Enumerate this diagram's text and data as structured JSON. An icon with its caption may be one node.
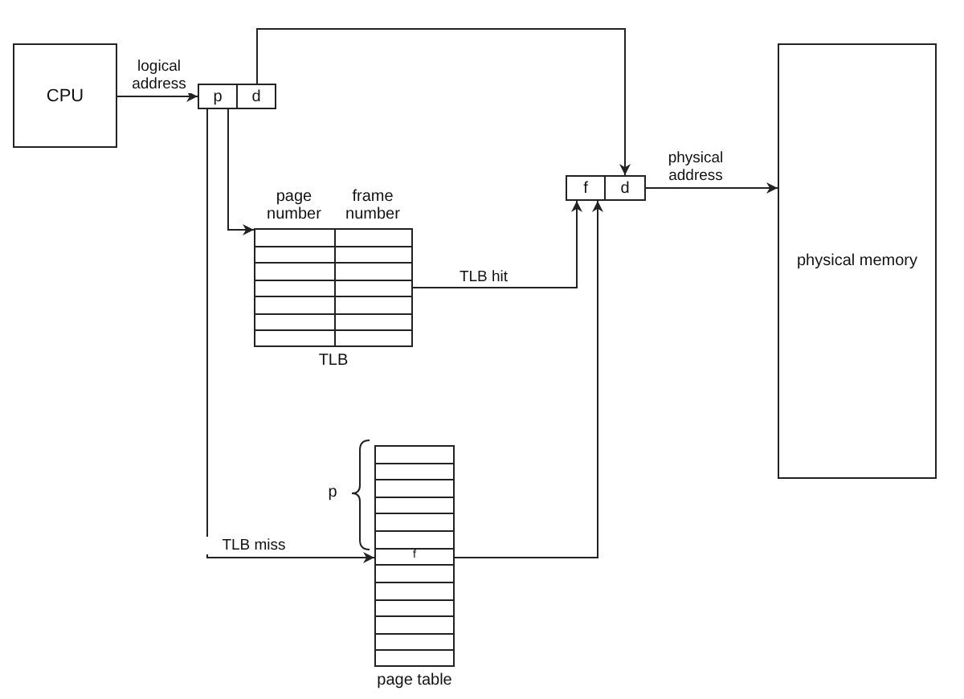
{
  "diagram": {
    "nodes": [
      {
        "text": [
          "CPU"
        ]
      },
      {
        "text": [
          "p"
        ]
      },
      {
        "text": [
          "d"
        ]
      },
      {
        "text": [
          "page number",
          "frame number",
          "TLB"
        ]
      },
      {
        "text": [
          "f"
        ]
      },
      {
        "text": [
          "d"
        ]
      },
      {
        "text": [
          "physical memory"
        ]
      },
      {
        "text": [
          "page table"
        ]
      },
      {
        "text": [
          "f"
        ],
        "in": 7
      }
    ],
    "edges": [
      {
        "from": 0,
        "to": 1,
        "arrow": "to",
        "label": "logical address"
      },
      {
        "from": 2,
        "to": 5,
        "arrow": "to"
      },
      {
        "from": 1,
        "to": 3,
        "arrow": "to"
      },
      {
        "from": 1,
        "to": 8,
        "arrow": "to",
        "label": "TLB miss"
      },
      {
        "from": 3,
        "to": 4,
        "arrow": "to",
        "label": "TLB hit"
      },
      {
        "from": 8,
        "to": 4,
        "arrow": "to"
      },
      {
        "from": 5,
        "to": 6,
        "arrow": "to",
        "label": "physical address"
      }
    ],
    "labels": [
      "p"
    ]
  }
}
